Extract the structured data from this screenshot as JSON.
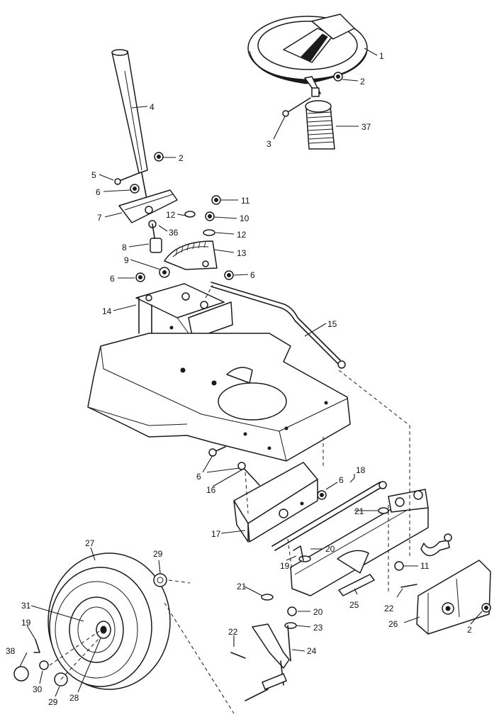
{
  "figure": {
    "title": "",
    "callouts": [
      "1",
      "2",
      "3",
      "37",
      "4",
      "2",
      "5",
      "6",
      "7",
      "11",
      "12",
      "10",
      "36",
      "12",
      "8",
      "13",
      "9",
      "6",
      "6",
      "14",
      "15",
      "6",
      "16",
      "6",
      "18",
      "17",
      "21",
      "20",
      "19",
      "11",
      "21",
      "20",
      "23",
      "22",
      "25",
      "26",
      "2",
      "27",
      "29",
      "31",
      "19",
      "22",
      "24",
      "38",
      "30",
      "29",
      "28"
    ]
  },
  "colors": {
    "ink": "#1a1a1a",
    "paper": "#ffffff"
  }
}
